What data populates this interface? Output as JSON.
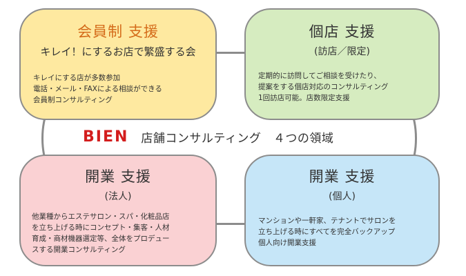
{
  "center": {
    "brand": "BIEN",
    "tagline": "店舗コンサルティング　４つの領域"
  },
  "boxes": {
    "top_left": {
      "title": "会員制 支援",
      "subtitle": "キレイ！にするお店で繁盛する会",
      "lines": [
        "キレイにする店が多数参加",
        "電話・メール・FAXによる相談ができる",
        "会員制コンサルティング"
      ]
    },
    "top_right": {
      "title": "個店 支援",
      "subtitle": "(訪店／限定)",
      "lines": [
        "定期的に訪問してご相談を受けたり、",
        "提案をする個店対応のコンサルティング",
        "1回訪店可能。店数限定支援"
      ]
    },
    "bottom_left": {
      "title": "開業 支援",
      "subtitle": "(法人)",
      "lines": [
        "他業種からエステサロン・スパ・化粧品店",
        "を立ち上げる時にコンセプト・集客・人材",
        "育成・商材機器選定等、全体をプロデュー",
        "スする開業コンサルティング"
      ]
    },
    "bottom_right": {
      "title": "開業 支援",
      "subtitle": "(個人)",
      "lines": [
        "マンションや一軒家、テナントでサロンを",
        "立ち上げる時にすべてを完全バックアップ",
        "個人向け開業支援"
      ]
    }
  },
  "colors": {
    "brand": "#d31d1d",
    "top_left_fill": "#fee9a0",
    "top_left_title": "#d46b1a",
    "top_right_fill": "#d6ecc0",
    "bottom_left_fill": "#fad1d3",
    "bottom_right_fill": "#c6e6f8",
    "outline": "#8c8c8c"
  }
}
